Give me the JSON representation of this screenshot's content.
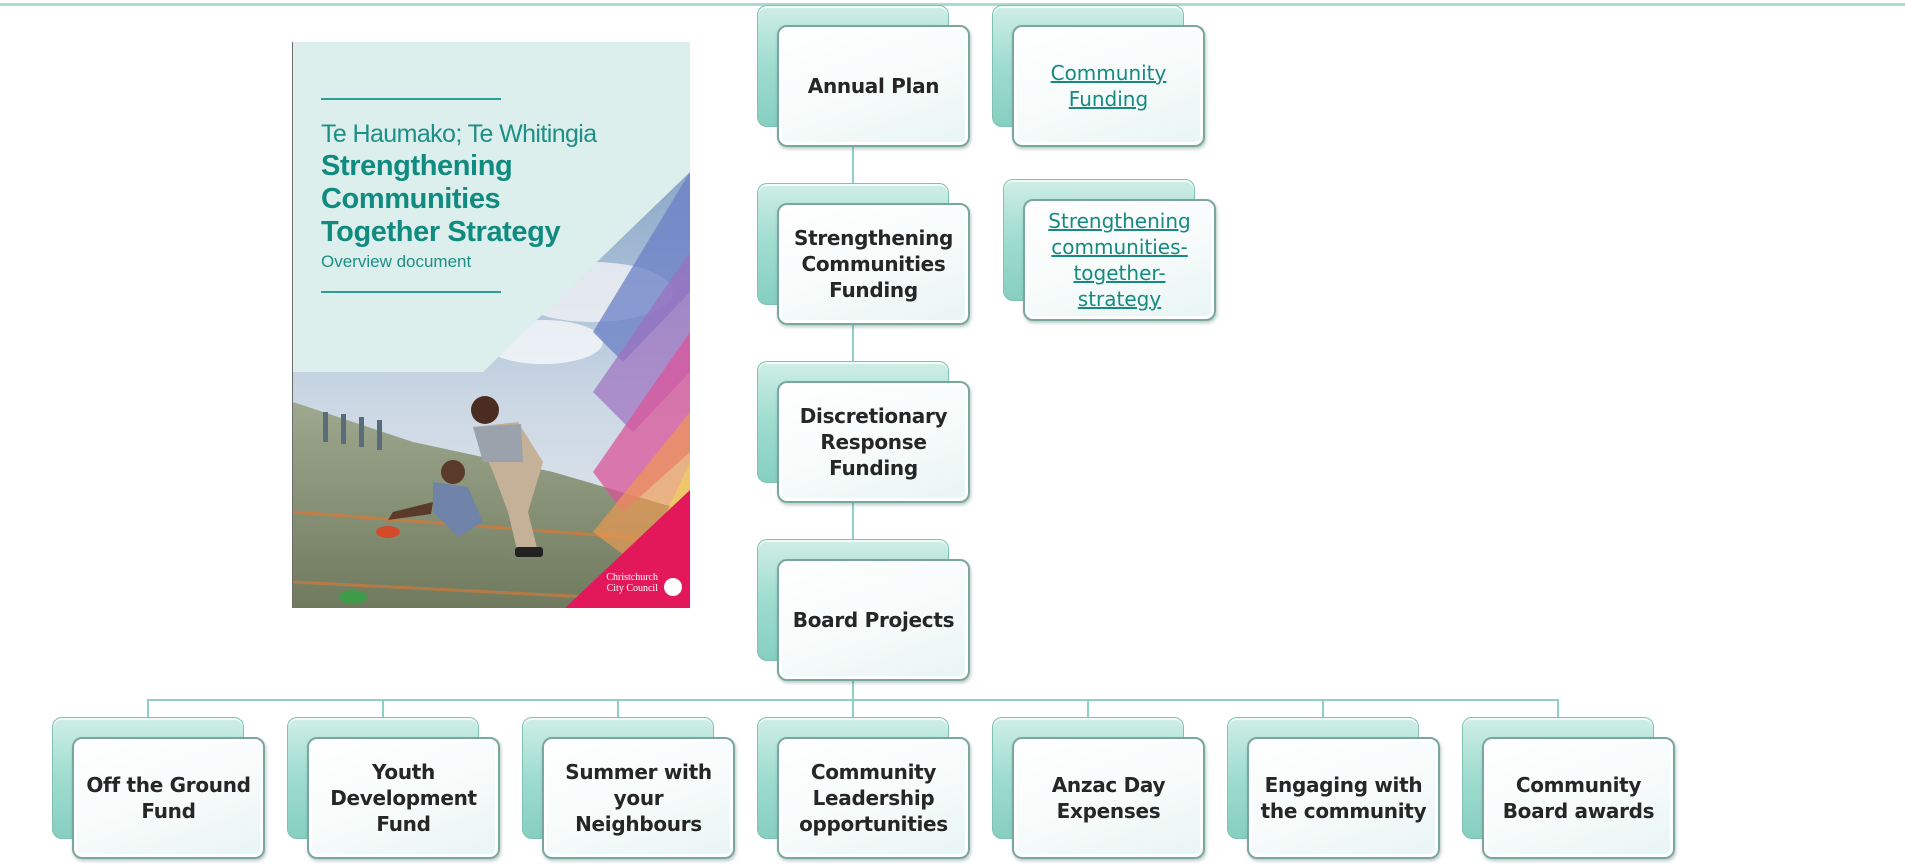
{
  "document_cover": {
    "subtitle": "Te Haumako; Te Whitingia",
    "title_lines": [
      "Strengthening",
      "Communities",
      "Together Strategy"
    ],
    "overview_text": "Overview document",
    "publisher_line1": "Christchurch",
    "publisher_line2": "City Council",
    "colors": {
      "accent": "#118a80",
      "background": "#dcefec",
      "corner": "#e2185b"
    }
  },
  "hierarchy": {
    "annual_plan": "Annual Plan",
    "strengthening_funding": "Strengthening Communities Funding",
    "discretionary_funding": "Discretionary Response Funding",
    "board_projects": "Board Projects"
  },
  "links": {
    "community_funding": "Community Funding",
    "strategy_link": "Strengthening communities-together-strategy"
  },
  "projects": [
    "Off the Ground Fund",
    "Youth Development Fund",
    "Summer with your Neighbours",
    "Community Leadership opportunities",
    "Anzac Day Expenses",
    "Engaging with the community",
    "Community Board awards"
  ],
  "colors": {
    "node_back": "#9fdcd0",
    "node_border": "#7aa79d",
    "connector": "#8fd0c2",
    "link": "#168a80"
  }
}
